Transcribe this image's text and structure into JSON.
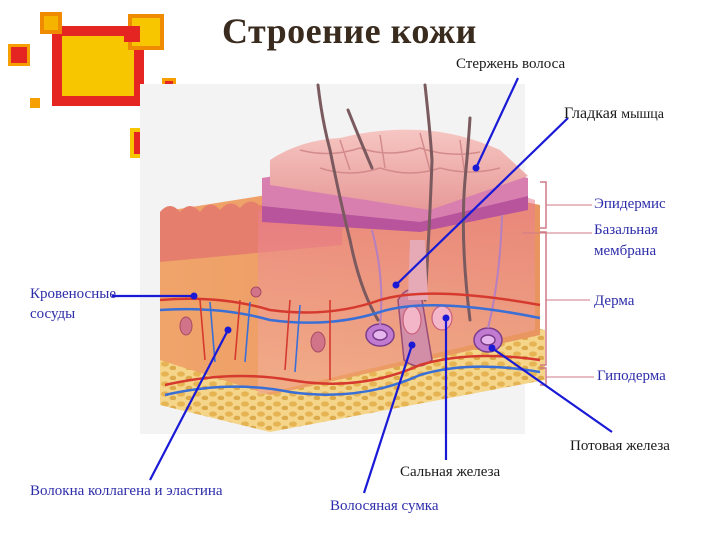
{
  "title": "Строение кожи",
  "labels": {
    "hair_shaft": "Стержень волоса",
    "smooth_muscle_a": "Гладкая",
    "smooth_muscle_b": "мышца",
    "epidermis": "Эпидермис",
    "basal_membrane_1": "Базальная",
    "basal_membrane_2": "мембрана",
    "blood_vessels_1": "Кровеносные",
    "blood_vessels_2": "сосуды",
    "dermis": "Дерма",
    "hypodermis": "Гиподерма",
    "sweat_gland": "Потовая железа",
    "sebaceous_gland": "Сальная железа",
    "collagen_fibers": "Волокна коллагена и эластина",
    "hair_follicle": "Волосяная сумка"
  },
  "colors": {
    "deco_red": "#e52521",
    "deco_yellow": "#f7c600",
    "deco_orange": "#f08a00",
    "pointer_line": "#1a1ad6",
    "bracket": "#d07a86"
  }
}
